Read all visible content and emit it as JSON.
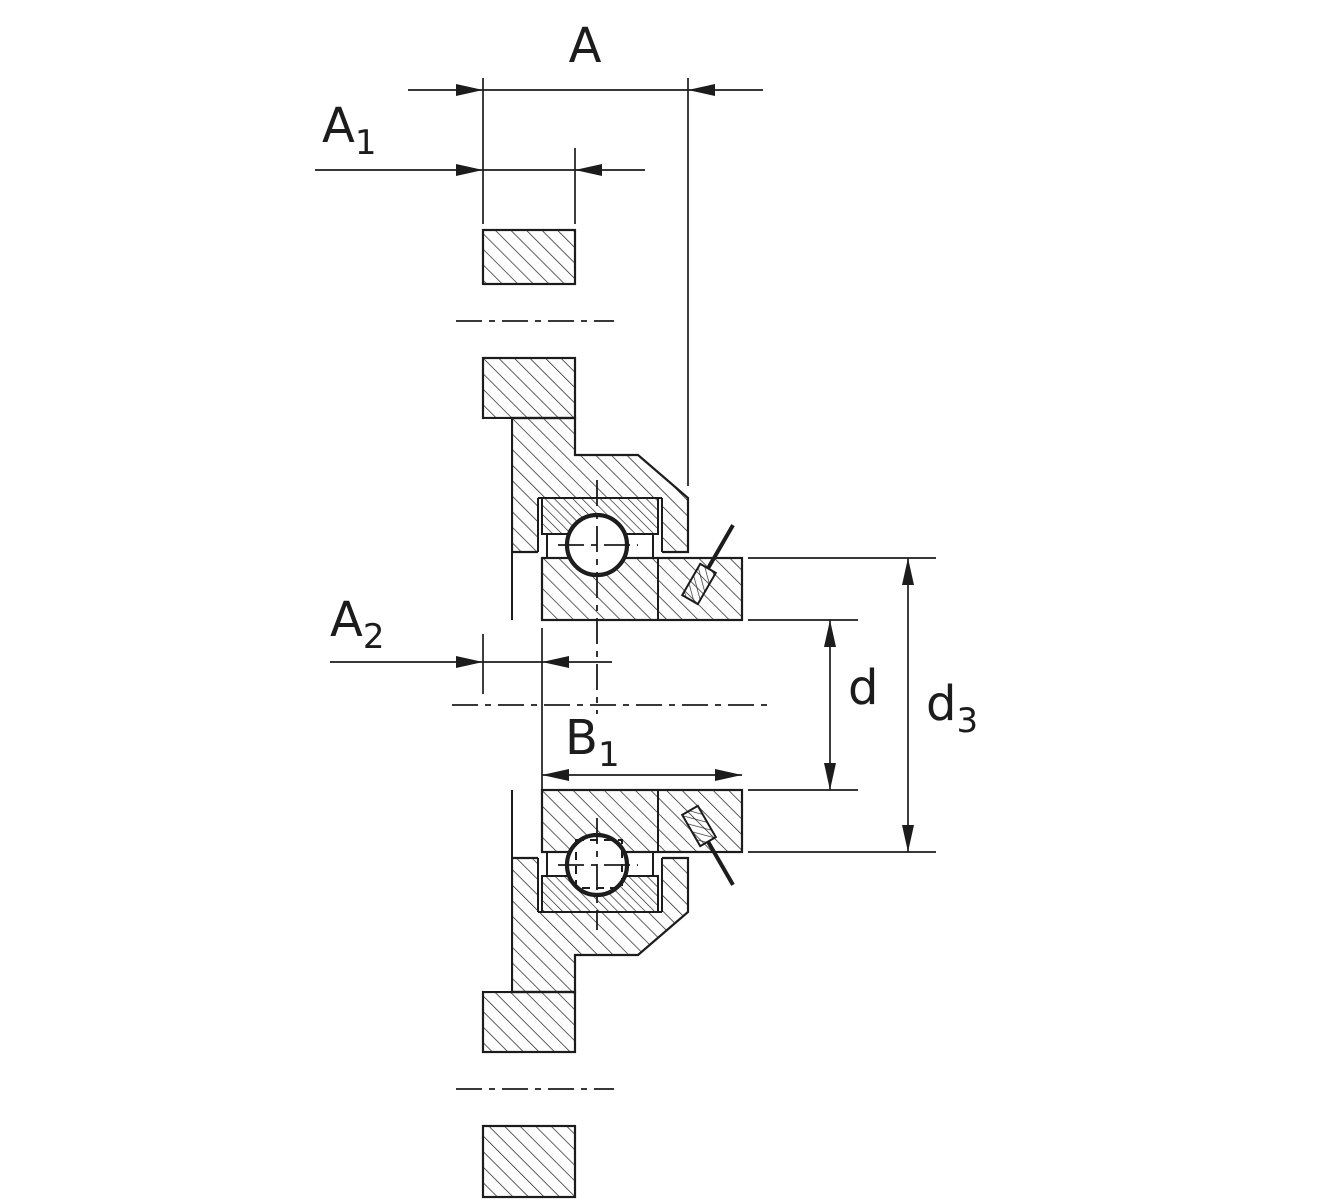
{
  "drawing": {
    "background_color": "#ffffff",
    "line_color": "#1c1c1c",
    "content": "flanged-bearing-housing-unit-cross-section"
  },
  "dimension_labels": {
    "A": {
      "main": "A",
      "sub": ""
    },
    "A1": {
      "main": "A",
      "sub": "1"
    },
    "A2": {
      "main": "A",
      "sub": "2"
    },
    "B1": {
      "main": "B",
      "sub": "1"
    },
    "d": {
      "main": "d",
      "sub": ""
    },
    "d3": {
      "main": "d",
      "sub": "3"
    }
  }
}
